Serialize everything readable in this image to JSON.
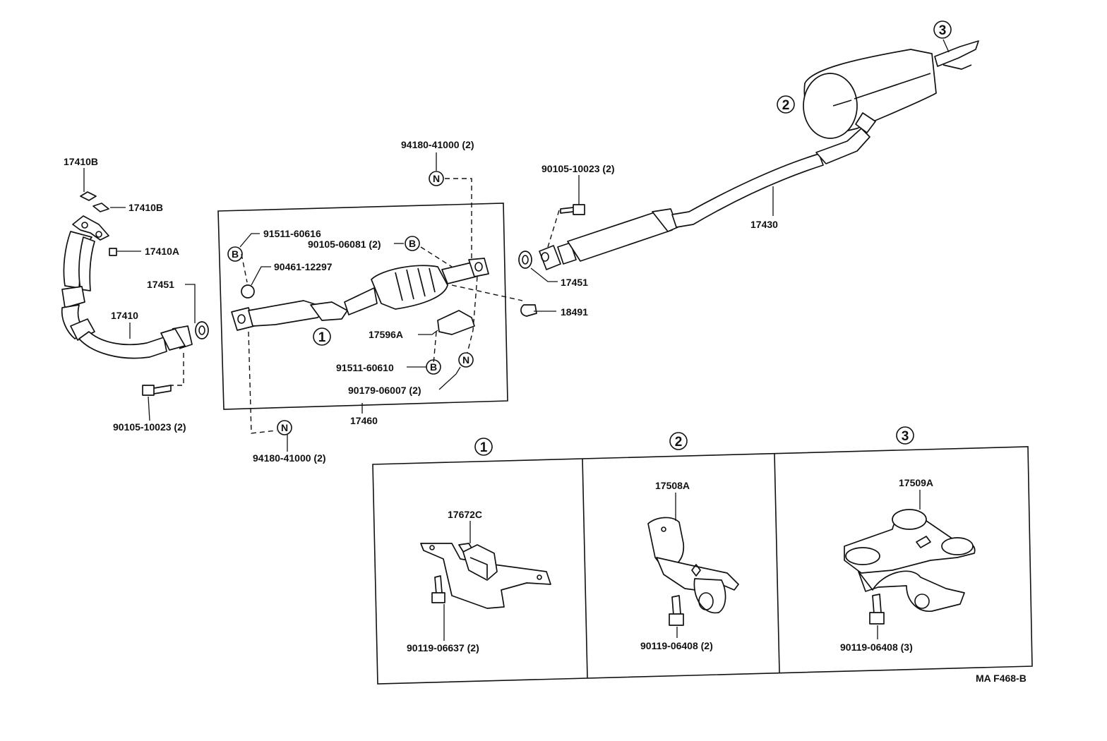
{
  "diagram_code": "MA F468-B",
  "labels": {
    "p17410B_1": "17410B",
    "p17410B_2": "17410B",
    "p17410A": "17410A",
    "p17451_left": "17451",
    "p17410": "17410",
    "p90105_left": "90105-10023 (2)",
    "p94180_top": "94180-41000 (2)",
    "p91511_60616": "91511-60616",
    "p90105_06081": "90105-06081 (2)",
    "p90461": "90461-12297",
    "p17596A": "17596A",
    "p91511_60610": "91511-60610",
    "p90179": "90179-06007 (2)",
    "p17460": "17460",
    "p94180_bottom": "94180-41000 (2)",
    "p90105_right": "90105-10023 (2)",
    "p17451_right": "17451",
    "p18491": "18491",
    "p17430": "17430",
    "p17672C": "17672C",
    "p90119_06637": "90119-06637 (2)",
    "p17508A": "17508A",
    "p90119_06408_2": "90119-06408 (2)",
    "p17509A": "17509A",
    "p90119_06408_3": "90119-06408 (3)"
  },
  "callouts": {
    "circle_1": "1",
    "circle_2": "2",
    "circle_3": "3",
    "letter_N": "N",
    "letter_B": "B"
  }
}
